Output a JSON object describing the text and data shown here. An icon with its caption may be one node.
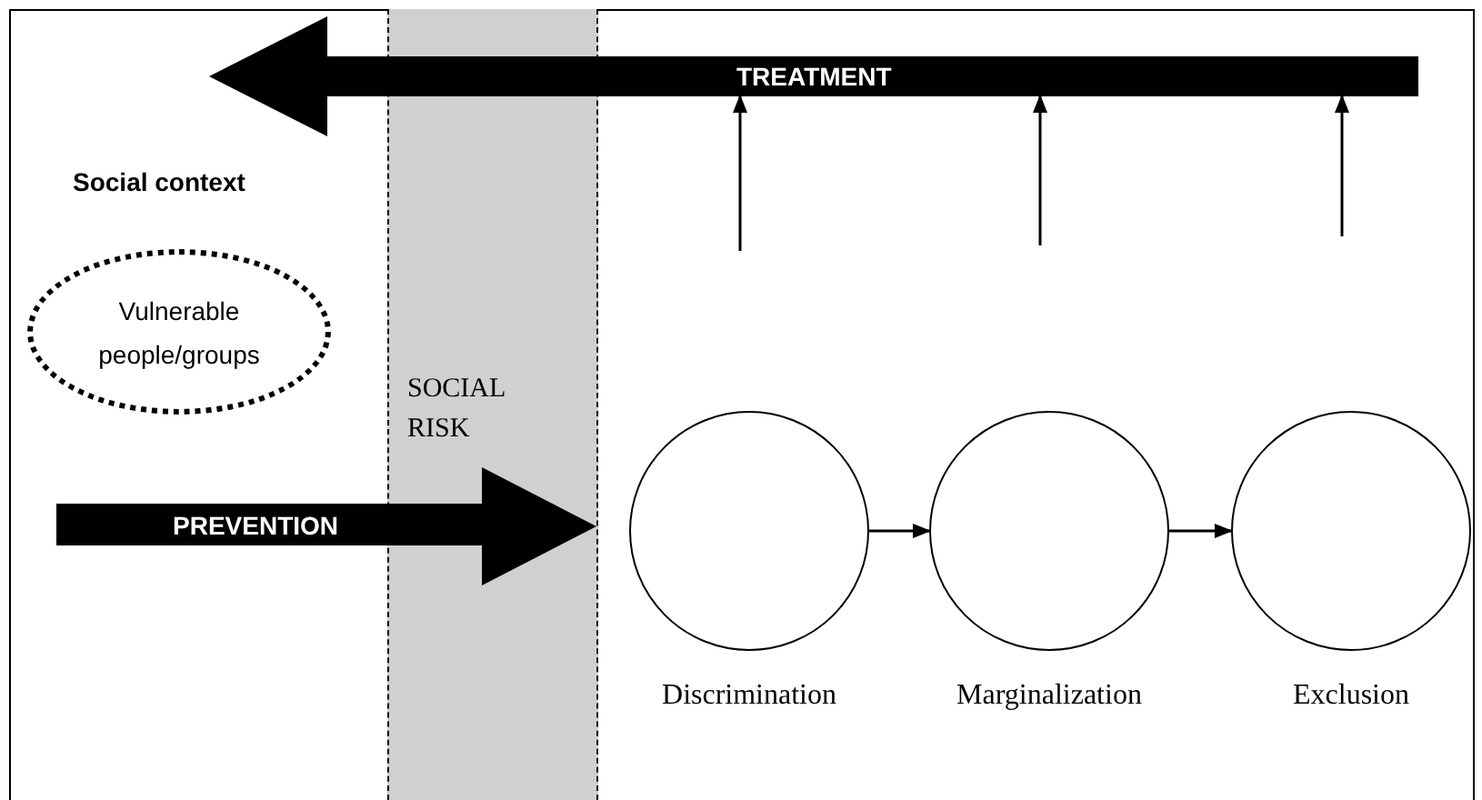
{
  "diagram": {
    "nodes": [
      {
        "text": [
          "TREATMENT"
        ]
      },
      {
        "text": [
          "Vulnerable people/groups"
        ]
      },
      {
        "text": [
          "SOCIAL RISK"
        ]
      },
      {
        "text": [
          "PREVENTION"
        ]
      },
      {
        "text": [],
        "shape": "circle",
        "beside": [
          "Discrimination"
        ]
      },
      {
        "text": [],
        "shape": "circle",
        "beside": [
          "Marginalization"
        ]
      },
      {
        "text": [],
        "shape": "circle",
        "beside": [
          "Exclusion"
        ]
      }
    ],
    "edges": [
      {
        "from": 4,
        "to": 5,
        "arrow": "to"
      },
      {
        "from": 5,
        "to": 6,
        "arrow": "to"
      },
      {
        "from": null,
        "to": 0,
        "arrow": "to"
      },
      {
        "from": null,
        "to": 0,
        "arrow": "to"
      },
      {
        "from": null,
        "to": 0,
        "arrow": "to"
      }
    ],
    "labels": [
      "Social context"
    ]
  }
}
